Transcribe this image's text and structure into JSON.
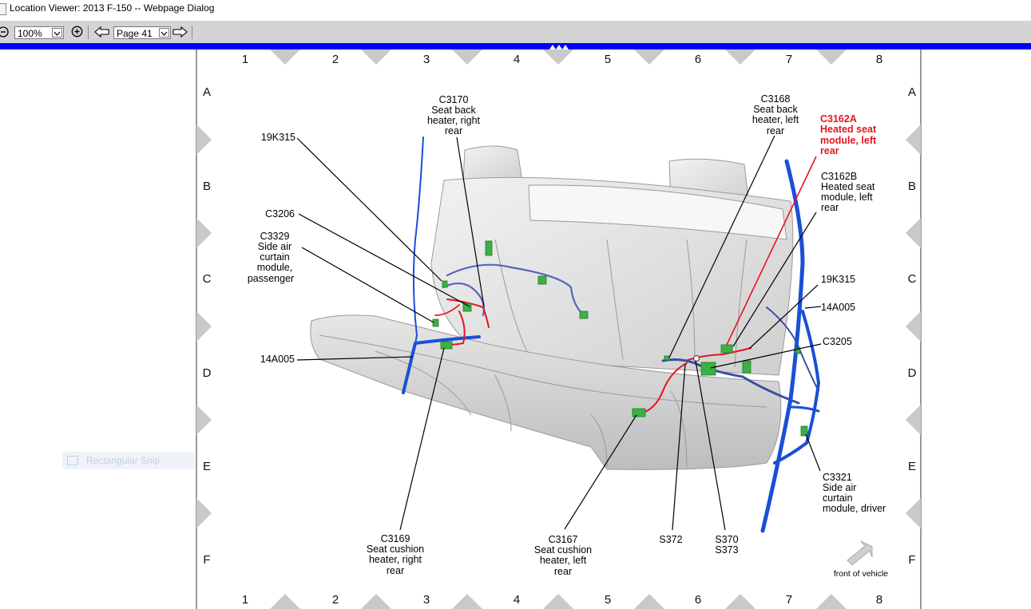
{
  "window": {
    "title": "Location Viewer: 2013 F-150 -- Webpage Dialog"
  },
  "toolbar": {
    "zoom_out_icon": "zoom-out-icon",
    "zoom_in_icon": "zoom-in-icon",
    "zoom_value": "100%",
    "page_value": "Page 41",
    "prev_icon": "back-arrow-icon",
    "next_icon": "forward-arrow-icon"
  },
  "overlay": {
    "snip_label": "Rectangular Snip"
  },
  "grid": {
    "columns": [
      "1",
      "2",
      "3",
      "4",
      "5",
      "6",
      "7",
      "8"
    ],
    "rows": [
      "A",
      "B",
      "C",
      "D",
      "E",
      "F"
    ]
  },
  "callouts": {
    "c3170": [
      "C3170",
      "Seat back",
      "heater, right",
      "rear"
    ],
    "k19_left": [
      "19K315"
    ],
    "c3206": [
      "C3206"
    ],
    "c3329": [
      "C3329",
      "Side air",
      "curtain",
      "module,",
      "passenger"
    ],
    "a14_left": [
      "14A005"
    ],
    "c3169": [
      "C3169",
      "Seat cushion",
      "heater, right",
      "rear"
    ],
    "c3167": [
      "C3167",
      "Seat cushion",
      "heater, left",
      "rear"
    ],
    "s372": [
      "S372"
    ],
    "s370": [
      "S370",
      "S373"
    ],
    "c3168": [
      "C3168",
      "Seat back",
      "heater, left",
      "rear"
    ],
    "c3162a": [
      "C3162A",
      "Heated seat",
      "module, left",
      "rear"
    ],
    "c3162b": [
      "C3162B",
      "Heated seat",
      "module, left",
      "rear"
    ],
    "k19_right": [
      "19K315"
    ],
    "a14_right": [
      "14A005"
    ],
    "c3205": [
      "C3205"
    ],
    "c3321": [
      "C3321",
      "Side air",
      "curtain",
      "module, driver"
    ]
  },
  "front_of_vehicle": "front of vehicle",
  "colors": {
    "highlight": "#e8141e",
    "harness_blue": "#1a4fd6",
    "connector_green": "#3cb043",
    "accent": "#0000ff"
  }
}
